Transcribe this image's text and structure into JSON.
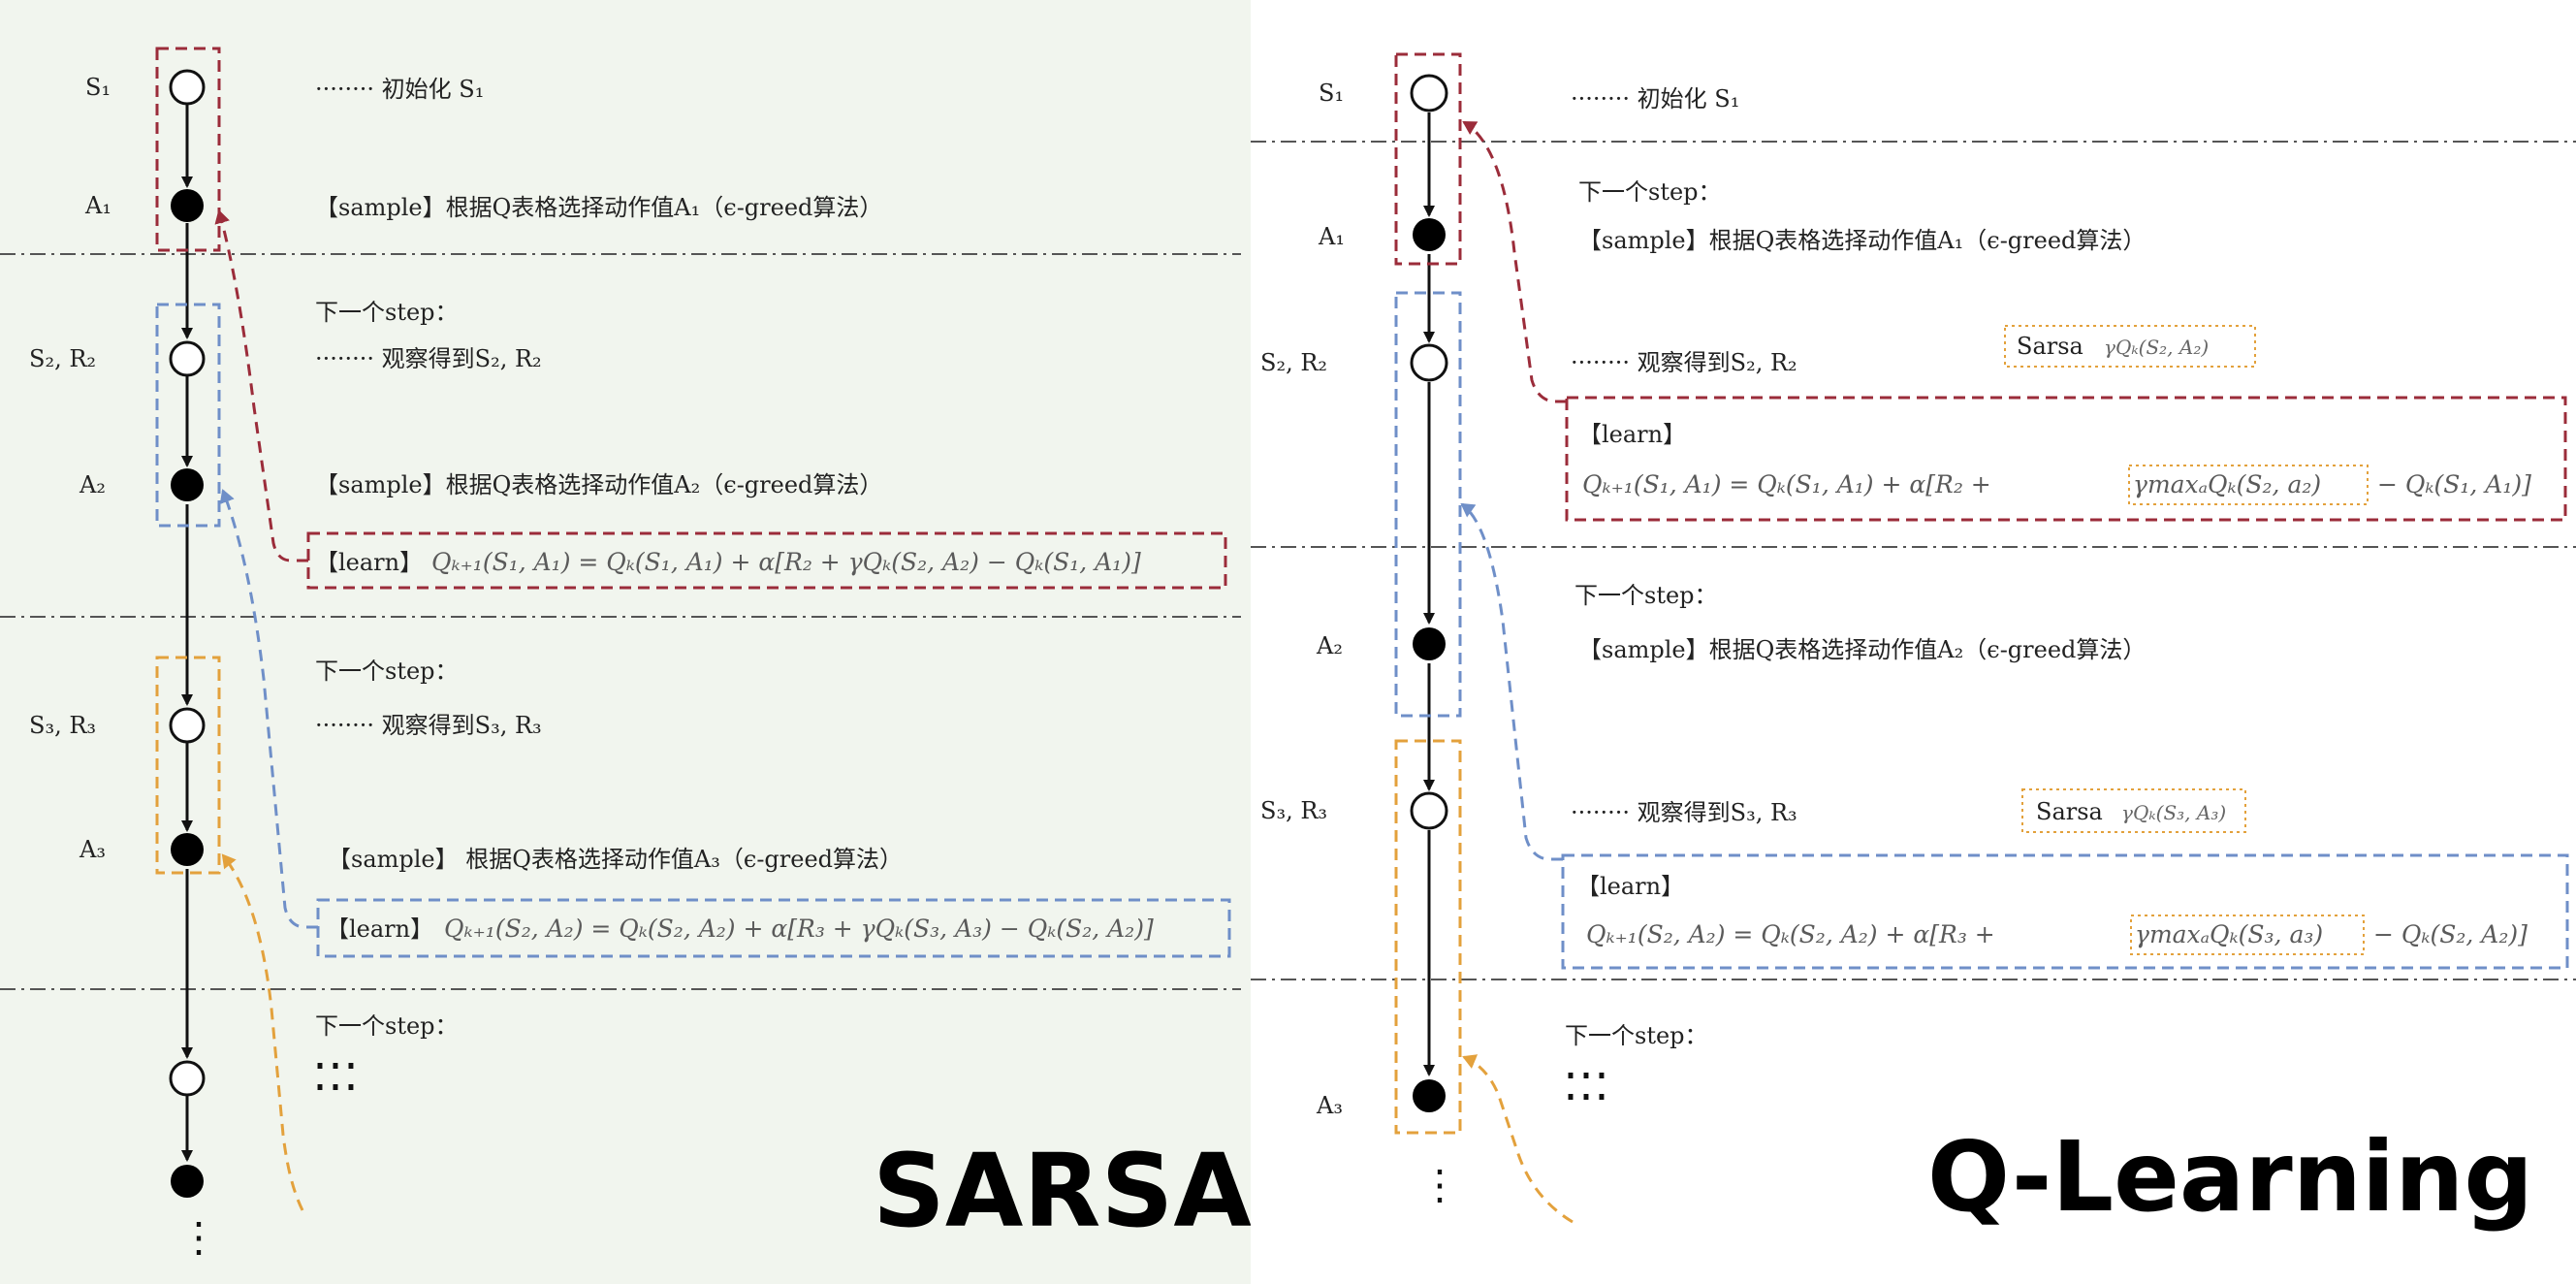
{
  "sarsa": {
    "title": "SARSA",
    "node_labels": {
      "s1": "S₁",
      "a1": "A₁",
      "s2": "S₂, R₂",
      "a2": "A₂",
      "s3": "S₃, R₃",
      "a3": "A₃"
    },
    "init": "········ 初始化 S₁",
    "sample_a1": "【sample】根据Q表格选择动作值A₁（ϵ-greed算法）",
    "next_step_1": "下一个step：",
    "observe_2": "········ 观察得到S₂, R₂",
    "sample_a2": "【sample】根据Q表格选择动作值A₂（ϵ-greed算法）",
    "learn_1_tag": "【learn】",
    "learn_1_formula": "Qₖ₊₁(S₁, A₁) = Qₖ(S₁, A₁) + α[R₂ + γQₖ(S₂, A₂) − Qₖ(S₁, A₁)]",
    "next_step_2": "下一个step：",
    "observe_3": "········ 观察得到S₃, R₃",
    "sample_a3": "【sample】 根据Q表格选择动作值A₃（ϵ-greed算法）",
    "learn_2_tag": "【learn】",
    "learn_2_formula": "Qₖ₊₁(S₂, A₂) = Qₖ(S₂, A₂) + α[R₃ + γQₖ(S₃, A₃) − Qₖ(S₂, A₂)]",
    "next_step_3": "下一个step：",
    "ellipsis": "⋯",
    "vdots": "⋮"
  },
  "qlearning": {
    "title": "Q-Learning",
    "node_labels": {
      "s1": "S₁",
      "a1": "A₁",
      "s2": "S₂, R₂",
      "a2": "A₂",
      "s3": "S₃, R₃",
      "a3": "A₃"
    },
    "init": "········ 初始化 S₁",
    "next_step_1": "下一个step：",
    "sample_a1": "【sample】根据Q表格选择动作值A₁（ϵ-greed算法）",
    "observe_2": "········ 观察得到S₂, R₂",
    "sarsa_note_1_label": "Sarsa",
    "sarsa_note_1_formula": "γQₖ(S₂, A₂)",
    "learn_1_tag": "【learn】",
    "learn_1_formula_a": "Qₖ₊₁(S₁, A₁) = Qₖ(S₁, A₁) + α[R₂ +",
    "learn_1_formula_b": "γmaxₐQₖ(S₂, a₂)",
    "learn_1_formula_c": "− Qₖ(S₁, A₁)]",
    "next_step_2": "下一个step：",
    "sample_a2": "【sample】根据Q表格选择动作值A₂（ϵ-greed算法）",
    "observe_3": "········ 观察得到S₃, R₃",
    "sarsa_note_2_label": "Sarsa",
    "sarsa_note_2_formula": "γQₖ(S₃, A₃)",
    "learn_2_tag": "【learn】",
    "learn_2_formula_a": "Qₖ₊₁(S₂, A₂) = Qₖ(S₂, A₂) + α[R₃ +",
    "learn_2_formula_b": "γmaxₐQₖ(S₃, a₃)",
    "learn_2_formula_c": "− Qₖ(S₂, A₂)]",
    "next_step_3": "下一个step：",
    "ellipsis": "⋯",
    "vdots": "⋮"
  },
  "colors": {
    "red": "#9b2c3a",
    "blue": "#6f8fc8",
    "orange": "#e3a13c",
    "separator": "#555555",
    "left_bg": "#f1f5ee"
  }
}
